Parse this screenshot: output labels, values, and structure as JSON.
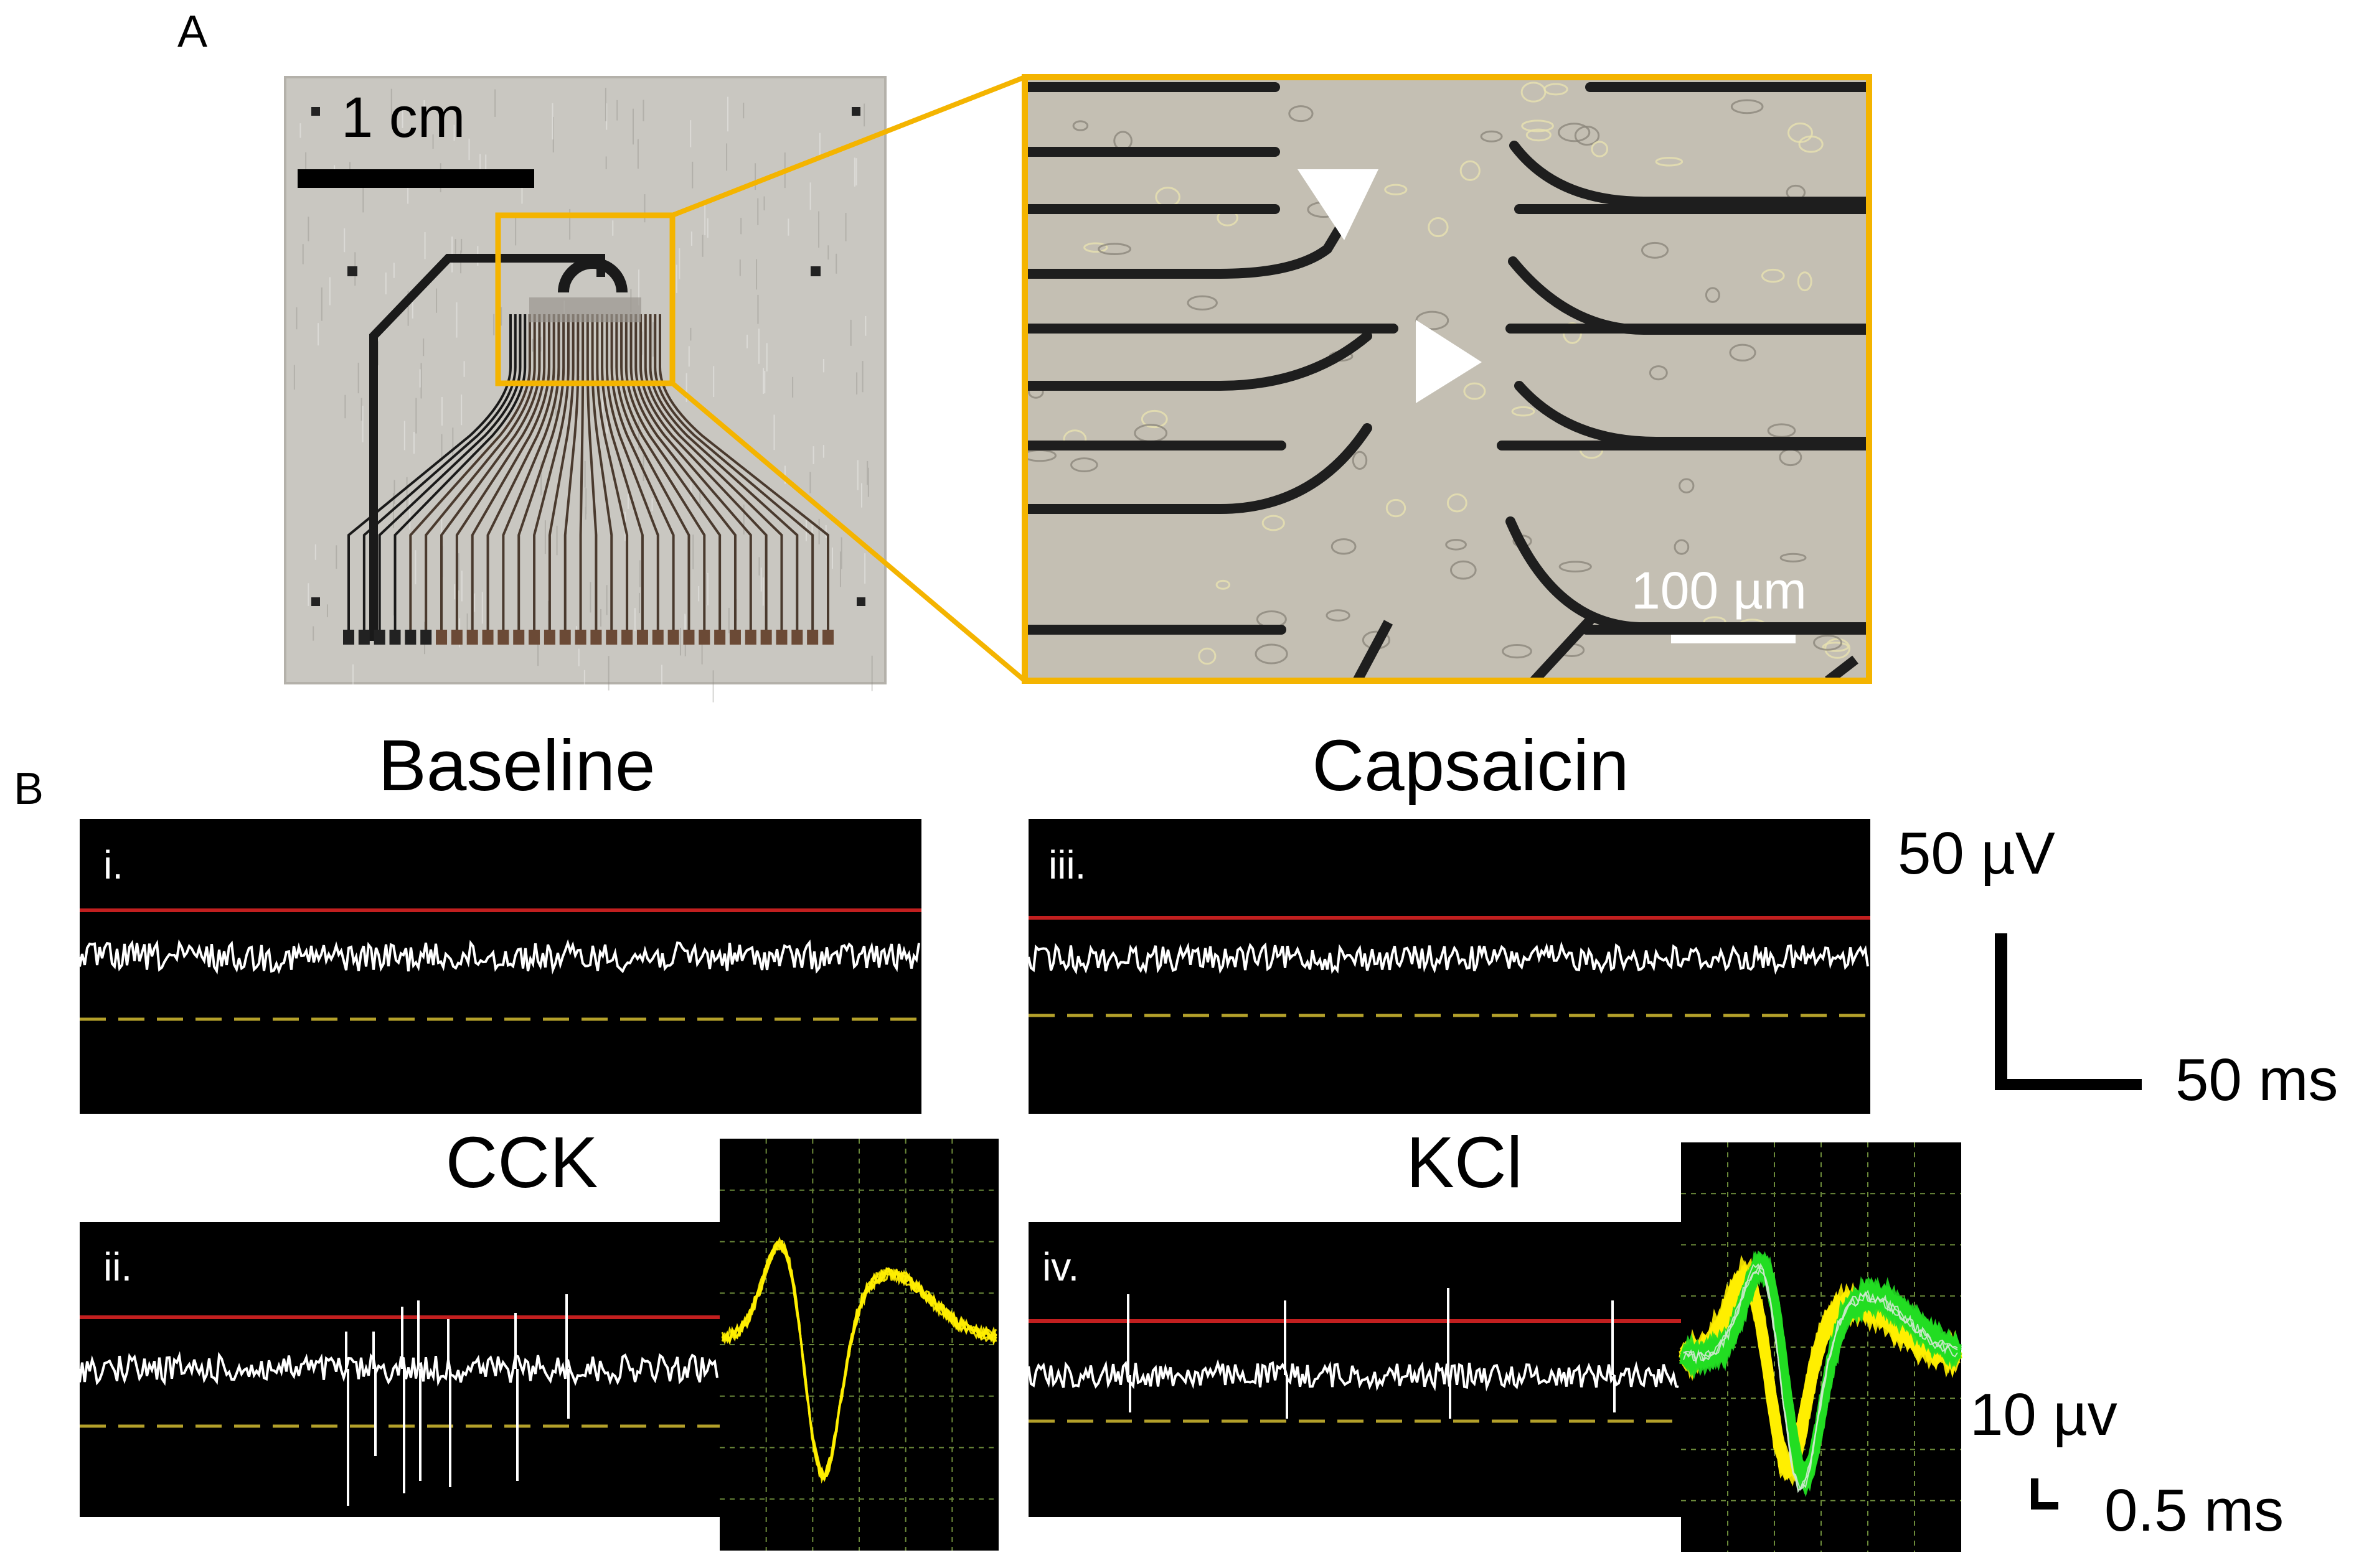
{
  "panel_a": {
    "label": "A",
    "chip_scale_label": "1 cm",
    "micro_scale_label": "100 µm",
    "colors": {
      "highlight": "#f4b400",
      "chip_bg": "#c9c7c1",
      "micro_bg": "#c4bfb3",
      "trace": "#1a1a1a"
    }
  },
  "panel_b": {
    "label": "B",
    "conditions": [
      {
        "title": "Baseline",
        "roman": "i."
      },
      {
        "title": "CCK",
        "roman": "ii."
      },
      {
        "title": "Capsaicin",
        "roman": "iii."
      },
      {
        "title": "KCl",
        "roman": "iv."
      }
    ],
    "scale_bar_main": {
      "voltage": "50 µV",
      "time": "50 ms"
    },
    "scale_bar_spike": {
      "voltage": "10 µv",
      "time": "0.5 ms"
    },
    "colors": {
      "threshold_upper": "#c21f1f",
      "threshold_lower": "#b3a02a",
      "signal": "#ffffff",
      "waveform_yellow": "#ffee00",
      "waveform_green": "#22dd22",
      "grid": "#6b8a3a"
    }
  }
}
